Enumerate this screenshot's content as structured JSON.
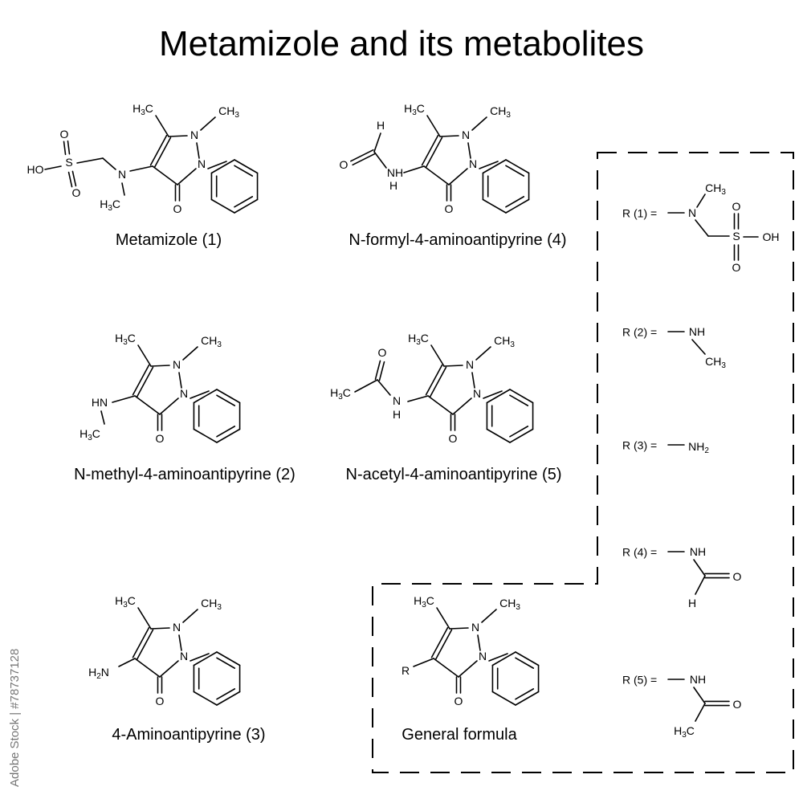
{
  "title": "Metamizole and its metabolites",
  "compounds": [
    {
      "name": "Metamizole (1)"
    },
    {
      "name": "N-formyl-4-aminoantipyrine (4)"
    },
    {
      "name": "N-methyl-4-aminoantipyrine (2)"
    },
    {
      "name": "N-acetyl-4-aminoantipyrine (5)"
    },
    {
      "name": "4-Aminoantipyrine (3)"
    },
    {
      "name": "General formula"
    }
  ],
  "r_groups": [
    {
      "label": "R (1) ="
    },
    {
      "label": "R (2) ="
    },
    {
      "label": "R (3) ="
    },
    {
      "label": "R (4) ="
    },
    {
      "label": "R (5) ="
    }
  ],
  "watermark": "Adobe Stock | #78737128"
}
